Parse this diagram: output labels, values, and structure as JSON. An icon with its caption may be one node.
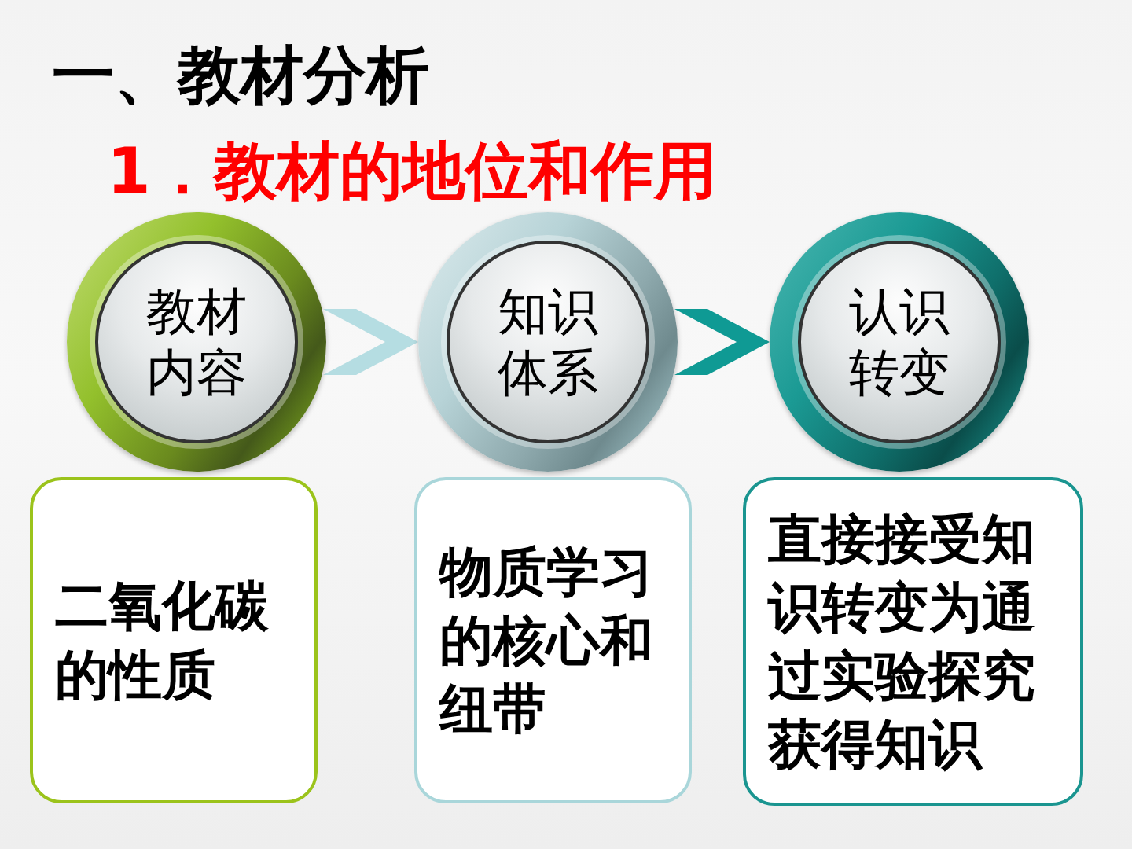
{
  "diagram": {
    "title": "一、教材分析",
    "nodes": [
      {
        "text": [
          "教材内容"
        ]
      },
      {
        "text": [
          "知识体系"
        ]
      },
      {
        "text": [
          "认识转变"
        ]
      },
      {
        "text": [
          "二氧化碳的性质"
        ]
      },
      {
        "text": [
          "物质学习的核心和纽带"
        ]
      },
      {
        "text": [
          "直接接受知识转变为通过实验探究获得知识"
        ]
      }
    ],
    "edges": [
      {
        "from": 0,
        "to": 1,
        "arrow": "to",
        "color": "#b5dde2"
      },
      {
        "from": 1,
        "to": 2,
        "arrow": "to",
        "color": "#0f9a94"
      }
    ],
    "labels": [
      "1．教材的地位和作用"
    ]
  }
}
